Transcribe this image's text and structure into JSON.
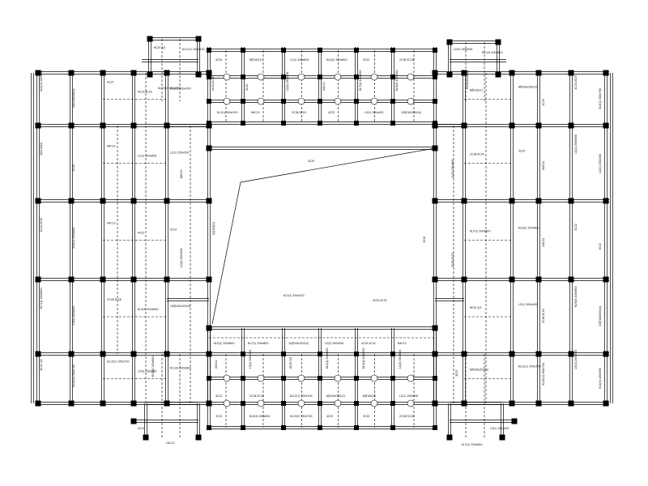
{
  "drawing": {
    "kind": "structural beam layout plan",
    "labels": [
      "KL1(3) 400x900",
      "8@100/200(2)",
      "4C25",
      "4C25;4C25",
      "KL3(1) 300x700",
      "8@100(2)",
      "3C20",
      "N4C12",
      "L1(2) 250x600",
      "L2(1) 250x500",
      "2C18;3C20",
      "KL5(2) 350x800",
      "G4C12",
      "4C22",
      "3C22",
      "KL7(1) 300x600",
      "L3(1) 200x400",
      "2C16;3C18",
      "KL9(3) 400x900",
      "10@100/200(4)",
      "6C25 4/2",
      "KL12(1) 300x700",
      "KL15(2) 350x750",
      "L5(3) 250x500"
    ],
    "colors": {
      "line": "#000000",
      "background": "#ffffff"
    }
  }
}
